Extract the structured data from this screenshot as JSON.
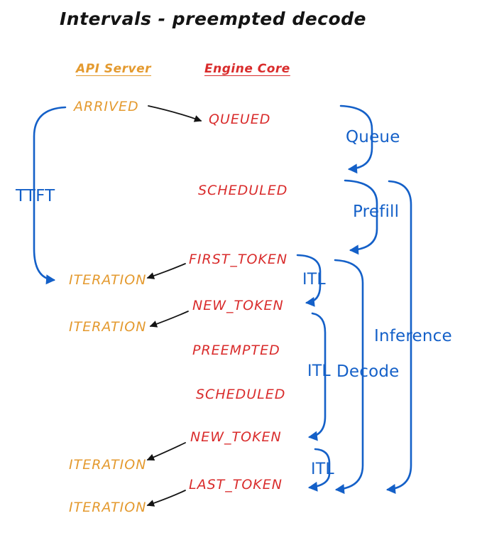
{
  "title": "Intervals - preempted decode",
  "columns": {
    "api_server": "API Server",
    "engine_core": "Engine Core"
  },
  "api_events": [
    {
      "label": "ARRIVED"
    },
    {
      "label": "ITERATION"
    },
    {
      "label": "ITERATION"
    },
    {
      "label": "ITERATION"
    },
    {
      "label": "ITERATION"
    }
  ],
  "engine_events": [
    {
      "label": "QUEUED"
    },
    {
      "label": "SCHEDULED"
    },
    {
      "label": "FIRST_TOKEN"
    },
    {
      "label": "NEW_TOKEN"
    },
    {
      "label": "PREEMPTED"
    },
    {
      "label": "SCHEDULED"
    },
    {
      "label": "NEW_TOKEN"
    },
    {
      "label": "LAST_TOKEN"
    }
  ],
  "intervals": [
    {
      "label": "TTFT"
    },
    {
      "label": "Queue"
    },
    {
      "label": "Prefill"
    },
    {
      "label": "ITL"
    },
    {
      "label": "Inference"
    },
    {
      "label": "ITL"
    },
    {
      "label": "Decode"
    },
    {
      "label": "ITL"
    }
  ],
  "colors": {
    "api": "#E49A2F",
    "engine": "#D92C2C",
    "blue": "#1460C8",
    "ink": "#141414"
  }
}
